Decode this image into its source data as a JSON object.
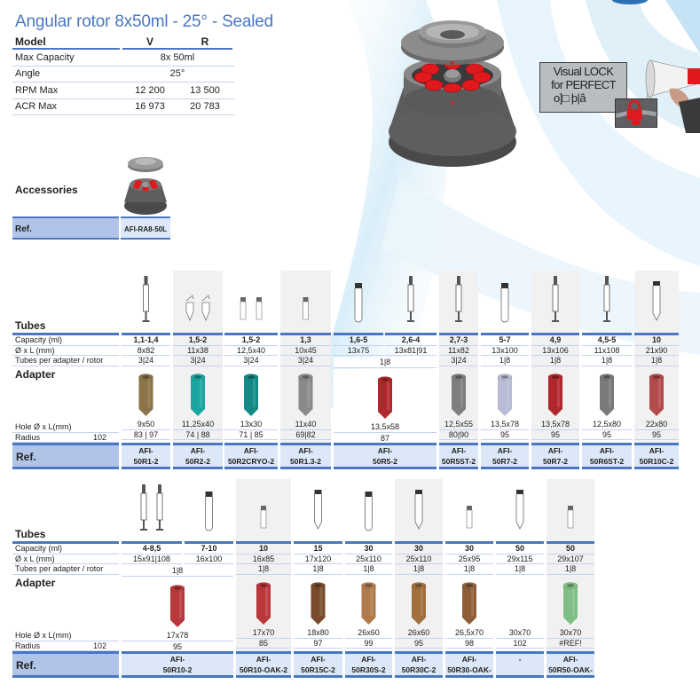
{
  "title": "Angular rotor 8x50ml - 25° - Sealed",
  "spec": {
    "header": {
      "model": "Model",
      "v": "V",
      "r": "R"
    },
    "rows": [
      {
        "label": "Max Capacity",
        "value": "8x 50ml"
      },
      {
        "label": "Angle",
        "value": "25°"
      },
      {
        "label": "RPM Max",
        "v": "12 200",
        "r": "13 500"
      },
      {
        "label": "ACR Max",
        "v": "16 973",
        "r": "20 783"
      }
    ]
  },
  "promo": {
    "line1": "Visual LOCK",
    "line2": "for PERFECT",
    "line3": "o]□ þ|â",
    "icons": [
      "rotor-image",
      "padlock-icon",
      "megaphone-icon"
    ]
  },
  "accessories": {
    "label": "Accessories",
    "ref_label": "Ref.",
    "ref_value": "AFI-RA8-50L"
  },
  "row_labels": {
    "tubes": "Tubes",
    "capacity": "Capacity (ml)",
    "dimensions": "Ø  x L (mm)",
    "per_adapter": "Tubes per adapter / rotor",
    "adapter": "Adapter",
    "hole": "Hole Ø x L(mm)",
    "radius": "Radius",
    "radius_rotor": "102",
    "ref": "Ref."
  },
  "table1": {
    "columns": [
      {
        "capacity": "1,1-1,4",
        "dim": "8x82",
        "per": "3|24",
        "hole": "9x50",
        "radius": "83 | 97",
        "ref1": "AFI-",
        "ref2": "50R1-2",
        "adapter_color": "#8a7448"
      },
      {
        "capacity": "1,5-2",
        "dim": "11x38",
        "per": "3|24",
        "hole": "11,25x40",
        "radius": "74 | 88",
        "ref1": "AFI-",
        "ref2": "50R2-2",
        "adapter_color": "#1aa5a0"
      },
      {
        "capacity": "1,5-2",
        "dim": "12,5x40",
        "per": "3|24",
        "hole": "13x30",
        "radius": "71 | 85",
        "ref1": "AFI-",
        "ref2": "50R2CRYO-2",
        "adapter_color": "#138a86"
      },
      {
        "capacity": "1,3",
        "dim": "10x45",
        "per": "3|24",
        "hole": "11x40",
        "radius": "69|82",
        "ref1": "AFI-",
        "ref2": "50R1.3-2",
        "adapter_color": "#8a8a8a"
      },
      {
        "capacity": "1,6-5",
        "dim": "13x75"
      },
      {
        "capacity": "2,6-4",
        "dim": "13x81|91"
      },
      {
        "capacity": "2,7-3",
        "dim": "11x82",
        "per": "3|24",
        "hole": "12,5x55",
        "radius": "80|90",
        "ref1": "AFI-",
        "ref2": "50R5ST-2",
        "adapter_color": "#7e7e7e"
      },
      {
        "capacity": "5-7",
        "dim": "13x100",
        "per": "1|8",
        "hole": "13,5x78",
        "radius": "95",
        "ref1": "AFI-",
        "ref2": "50R7-2",
        "adapter_color": "#b8bcd4"
      },
      {
        "capacity": "4,9",
        "dim": "13x106",
        "per": "1|8",
        "hole": "13,5x78",
        "radius": "95",
        "ref1": "AFI-",
        "ref2": "50R7-2",
        "adapter_color": "#b0282c"
      },
      {
        "capacity": "4,5-5",
        "dim": "11x108",
        "per": "1|8",
        "hole": "12,5x80",
        "radius": "95",
        "ref1": "AFI-",
        "ref2": "50R6ST-2",
        "adapter_color": "#7a7a7a"
      },
      {
        "capacity": "10",
        "dim": "21x90",
        "per": "1|8",
        "hole": "22x80",
        "radius": "95",
        "ref1": "AFI-",
        "ref2": "50R10C-2",
        "adapter_color": "#b34a4c"
      }
    ],
    "merged": {
      "per": "1|8",
      "hole": "13,5x58",
      "radius": "87",
      "ref1": "AFI-",
      "ref2": "50R5-2",
      "adapter_color": "#b0282c"
    }
  },
  "table2": {
    "columns": [
      {
        "capacity": "4-8,5",
        "dim": "15x91|108"
      },
      {
        "capacity": "7-10",
        "dim": "16x100"
      },
      {
        "capacity": "10",
        "dim": "16x85",
        "per": "1|8",
        "hole": "17x70",
        "radius": "85",
        "ref1": "AFI-",
        "ref2": "50R10-OAK-2",
        "adapter_color": "#b9383c"
      },
      {
        "capacity": "15",
        "dim": "17x120",
        "per": "1|8",
        "hole": "18x80",
        "radius": "97",
        "ref1": "AFI-",
        "ref2": "50R15C-2",
        "adapter_color": "#7a4a2c"
      },
      {
        "capacity": "30",
        "dim": "25x110",
        "per": "1|8",
        "hole": "26x60",
        "radius": "99",
        "ref1": "AFI-",
        "ref2": "50R30S-2",
        "adapter_color": "#b07a4c"
      },
      {
        "capacity": "30",
        "dim": "25x110",
        "per": "1|8",
        "hole": "26x60",
        "radius": "95",
        "ref1": "AFI-",
        "ref2": "50R30C-2",
        "adapter_color": "#a0703e"
      },
      {
        "capacity": "30",
        "dim": "25x95",
        "per": "1|8",
        "hole": "26,5x70",
        "radius": "98",
        "ref1": "AFI-",
        "ref2": "50R30-OAK-",
        "adapter_color": "#8e5e38"
      },
      {
        "capacity": "50",
        "dim": "29x115",
        "per": "1|8",
        "hole": "30x70",
        "radius": "102",
        "ref1": "-",
        "ref2": ""
      },
      {
        "capacity": "50",
        "dim": "29x107",
        "per": "1|8",
        "hole": "30x70",
        "radius": "#REF!",
        "ref1": "AFI-",
        "ref2": "50R50-OAK-",
        "adapter_color": "#7fbf85"
      }
    ],
    "merged": {
      "per": "1|8",
      "hole": "17x78",
      "radius": "95",
      "ref1": "AFI-",
      "ref2": "50R10-2",
      "adapter_color": "#b9383c"
    }
  },
  "colors": {
    "accent": "#4a76c2",
    "ref_label_bg": "#b0c4e8",
    "ref_cell_bg": "#dce8f7",
    "rule": "#c5d4ec",
    "shade": "#f1f1f1"
  }
}
